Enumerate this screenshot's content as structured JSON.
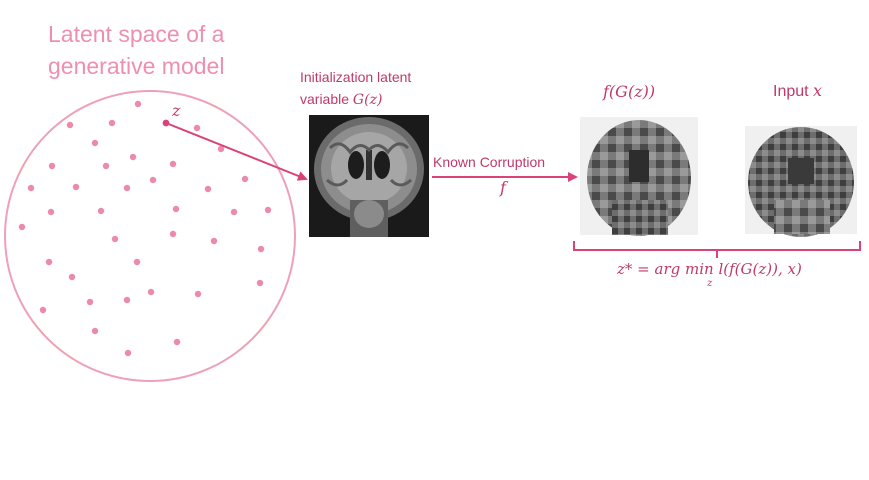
{
  "latent_space": {
    "title_line1": "Latent space of a",
    "title_line2": "generative model",
    "point_label": "z"
  },
  "initialization": {
    "line1": "Initialization latent",
    "line2_prefix": "variable ",
    "line2_math": "G(z)"
  },
  "corruption": {
    "label": "Known Corruption",
    "symbol": "f"
  },
  "outputs": {
    "corrupted_label": "f(G(z))",
    "input_prefix": "Input ",
    "input_math": "x"
  },
  "objective": {
    "lhs": "z* = arg min",
    "subscript": "z",
    "rhs": "l(f(G(z)), x)"
  },
  "colors": {
    "accent": "#d9437a",
    "title": "#ef8fb0",
    "dots": "#ec8aa8",
    "circle": "#eea0b6"
  },
  "icons": {
    "brain_image": "brain-mri-coronal-slice",
    "corrupted_image": "pixelated-brain-slice"
  }
}
